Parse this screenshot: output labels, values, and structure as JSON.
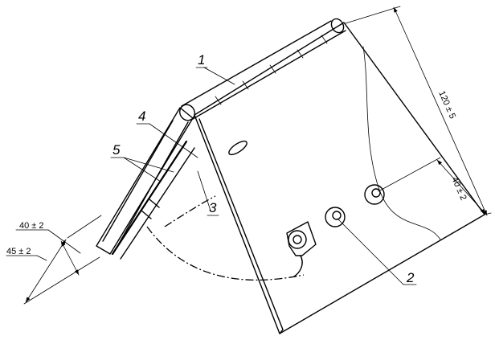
{
  "callouts": {
    "c1": "1",
    "c2": "2",
    "c3": "3",
    "c4": "4",
    "c5": "5"
  },
  "dimensions": {
    "height_total": "120 ± 5",
    "height_bolts": "40 ± 2",
    "left_inner": "40 ± 2",
    "left_outer": "45 ± 2"
  }
}
